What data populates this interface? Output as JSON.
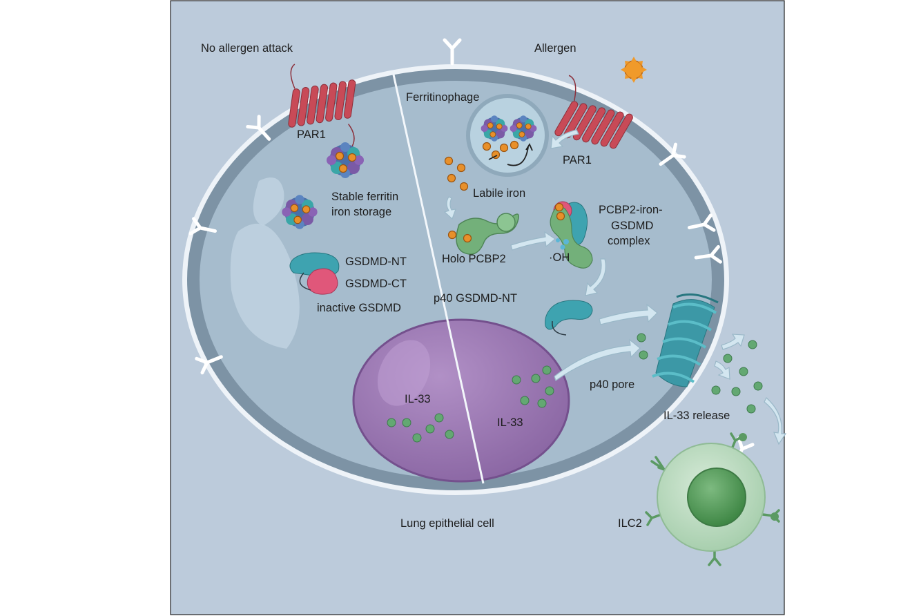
{
  "labels": {
    "no_allergen": "No allergen attack",
    "allergen": "Allergen",
    "par1_left": "PAR1",
    "par1_right": "PAR1",
    "stable_ferritin_1": "Stable ferritin",
    "stable_ferritin_2": "iron storage",
    "gsdmd_nt": "GSDMD-NT",
    "gsdmd_ct": "GSDMD-CT",
    "inactive_gsdmd": "inactive GSDMD",
    "ferritinophage": "Ferritinophage",
    "labile_iron": "Labile iron",
    "pcbp2_complex_1": "PCBP2-iron-",
    "pcbp2_complex_2": "GSDMD",
    "pcbp2_complex_3": "complex",
    "holo_pcbp2": "Holo PCBP2",
    "oh": "·OH",
    "p40_gsdmd_nt": "p40 GSDMD-NT",
    "p40_pore": "p40 pore",
    "il33_left": "IL-33",
    "il33_right": "IL-33",
    "il33_release": "IL-33 release",
    "lung_cell": "Lung epithelial cell",
    "ilc2": "ILC2"
  },
  "colors": {
    "background": "#bccbdb",
    "membrane": "#6f8597",
    "cytoplasm": "#a6bccd",
    "nucleus": "#9d7bb3",
    "receptor_red": "#c84a57",
    "iron_orange": "#e8902a",
    "il33_green": "#5fa870",
    "gsdmd_teal": "#3ea3b0",
    "gsdmd_pink": "#e0577a",
    "pcbp2_green": "#73b07a",
    "ilc2_outer": "#b9d8bd",
    "ilc2_nucleus": "#5a9c5e"
  }
}
